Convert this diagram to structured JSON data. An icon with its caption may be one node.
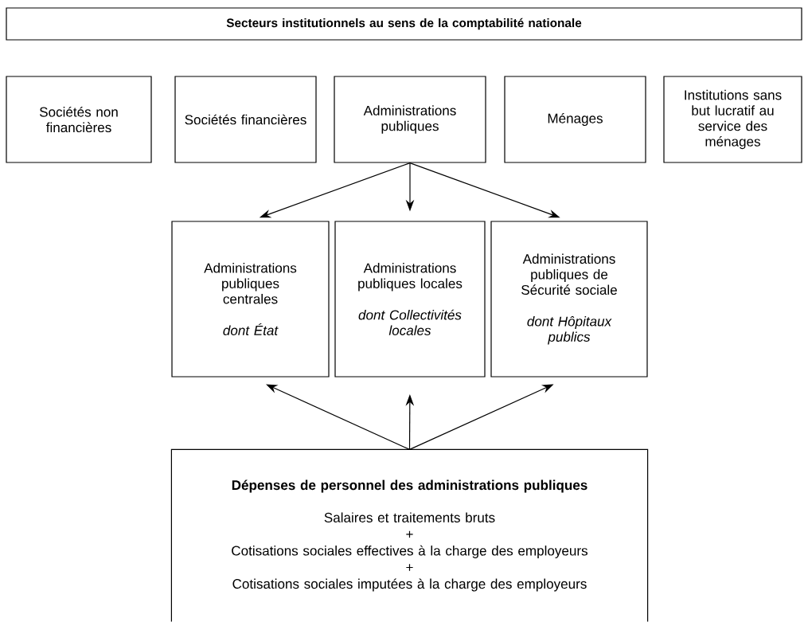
{
  "diagram": {
    "nodes": [
      {
        "text": [
          "Secteurs institutionnels au sens de la comptabilité nationale"
        ]
      },
      {
        "text": [
          "Sociétés non financières"
        ]
      },
      {
        "text": [
          "Sociétés financières"
        ]
      },
      {
        "text": [
          "Administrations publiques"
        ]
      },
      {
        "text": [
          "Ménages"
        ]
      },
      {
        "text": [
          "Institutions sans but lucratif au service des ménages"
        ]
      },
      {
        "text": [
          "Administrations publiques centrales",
          "dont État"
        ]
      },
      {
        "text": [
          "Administrations publiques locales",
          "dont Collectivités locales"
        ]
      },
      {
        "text": [
          "Administrations publiques de Sécurité sociale",
          "dont Hôpitaux publics"
        ]
      },
      {
        "text": [
          "Dépenses de personnel des administrations publiques",
          "Salaires et traitements bruts",
          "+",
          "Cotisations sociales effectives à la charge des employeurs",
          "+",
          "Cotisations sociales imputées à la charge des employeurs"
        ]
      }
    ],
    "edges": [
      {
        "from": 3,
        "to": 6,
        "arrow": "to"
      },
      {
        "from": 3,
        "to": 7,
        "arrow": "to"
      },
      {
        "from": 3,
        "to": 8,
        "arrow": "to"
      },
      {
        "from": 9,
        "to": 6,
        "arrow": "to"
      },
      {
        "from": 9,
        "to": 7,
        "arrow": "to"
      },
      {
        "from": 9,
        "to": 8,
        "arrow": "to"
      }
    ]
  }
}
